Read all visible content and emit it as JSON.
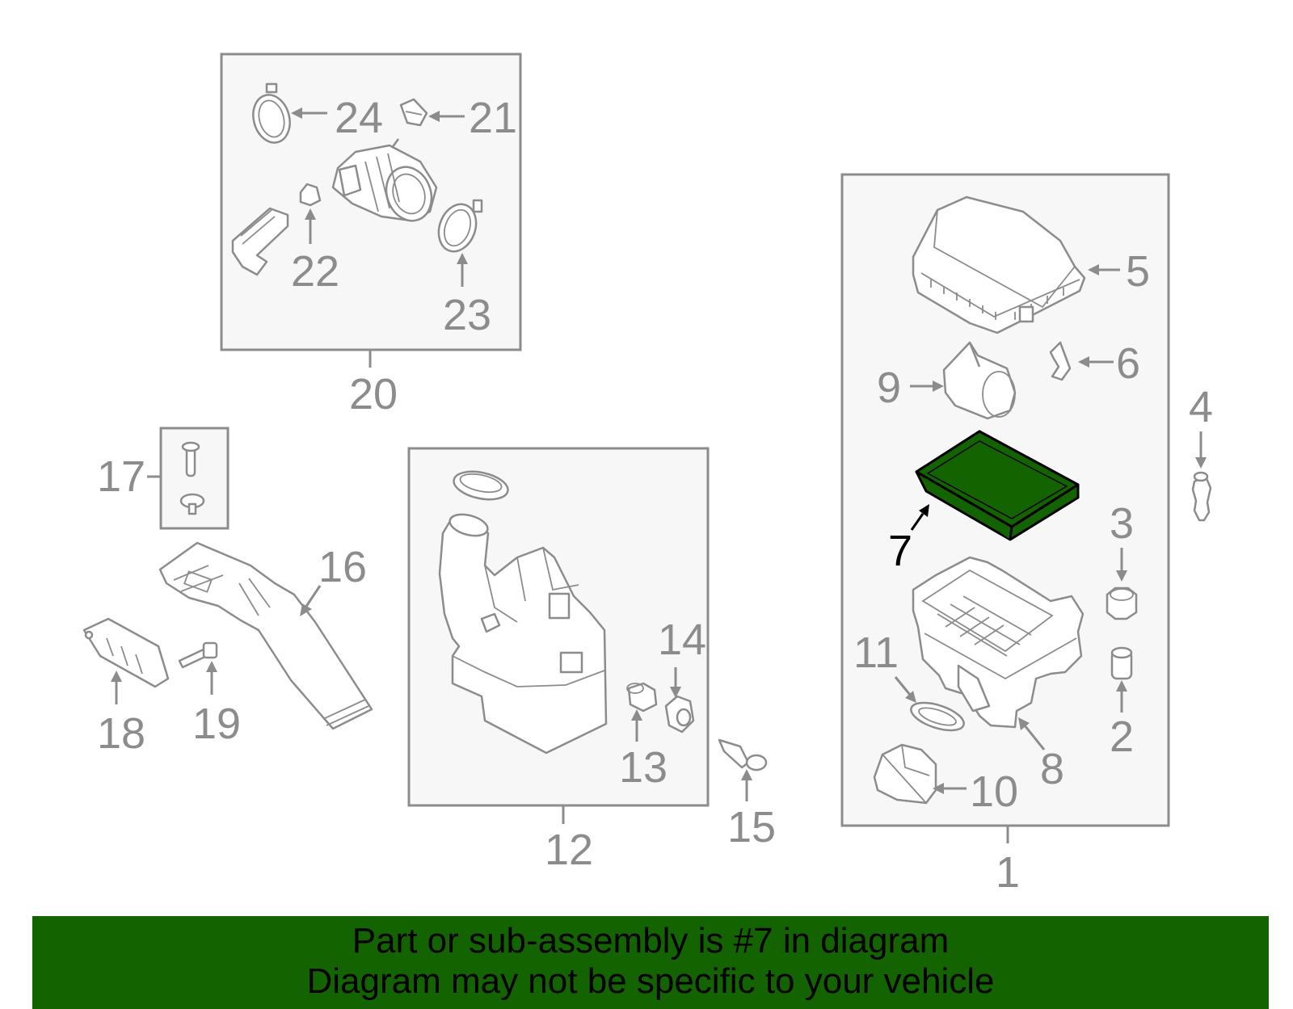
{
  "highlight_color": "#136300",
  "line_color": "#8c8c8c",
  "highlighted_part": "7",
  "callouts": {
    "c1": "1",
    "c2": "2",
    "c3": "3",
    "c4": "4",
    "c5": "5",
    "c6": "6",
    "c7": "7",
    "c8": "8",
    "c9": "9",
    "c10": "10",
    "c11": "11",
    "c12": "12",
    "c13": "13",
    "c14": "14",
    "c15": "15",
    "c16": "16",
    "c17": "17",
    "c18": "18",
    "c19": "19",
    "c20": "20",
    "c21": "21",
    "c22": "22",
    "c23": "23",
    "c24": "24"
  },
  "banner": {
    "line1": "Part or sub-assembly is #7 in diagram",
    "line2": "Diagram may not be specific to your vehicle"
  }
}
